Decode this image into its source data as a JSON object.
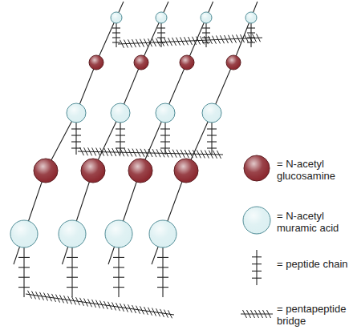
{
  "diagram": {
    "legend": [
      {
        "text": "= N-acetyl glucosamine",
        "color": "#8c2a31"
      },
      {
        "text": "= N-acetyl muramic acid",
        "color": "#dcf0f2"
      },
      {
        "text": "= peptide chain"
      },
      {
        "text": "= pentapeptide bridge"
      }
    ]
  }
}
